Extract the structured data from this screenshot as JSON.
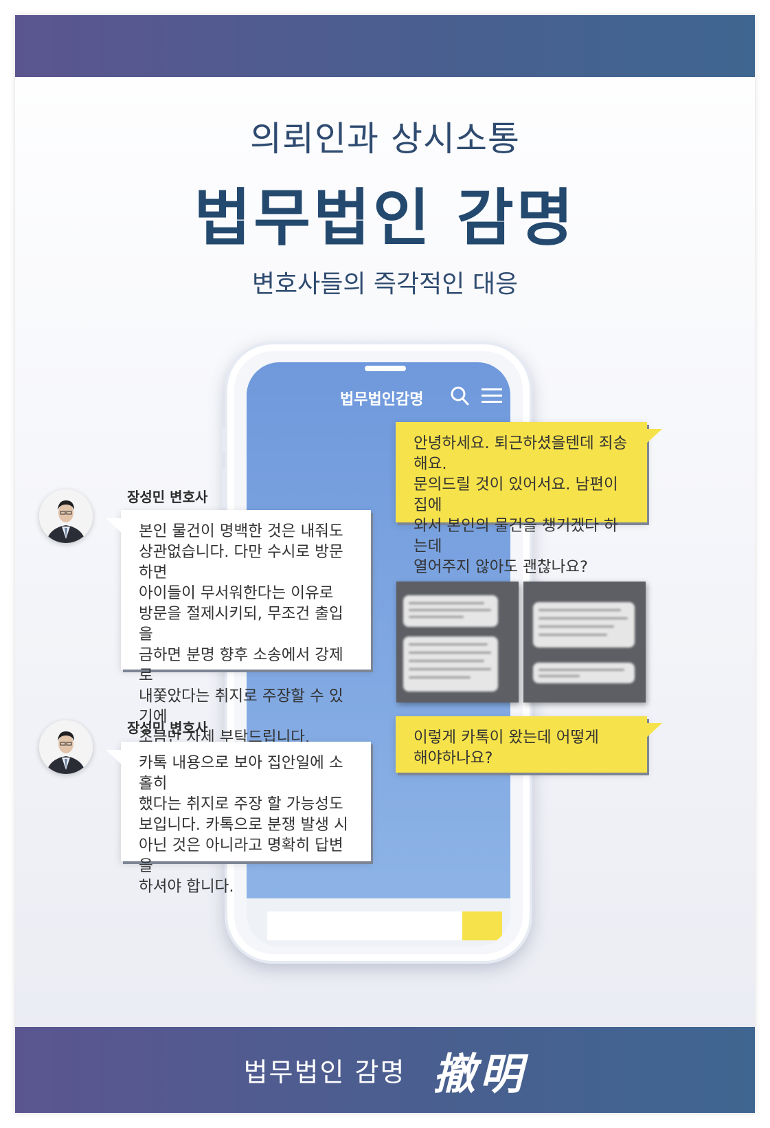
{
  "header": {
    "subtitle": "의뢰인과 상시소통",
    "title": "법무법인 감명",
    "tagline": "변호사들의 즉각적인 대응"
  },
  "phone": {
    "brand": "법무법인감명",
    "search_icon": "search-icon",
    "menu_icon": "menu-icon"
  },
  "chat": {
    "client_messages": [
      "안녕하세요. 퇴근하셨을텐데 죄송해요.",
      "문의드릴 것이 있어서요. 남편이 집에",
      "와서 본인의 물건을 챙기겠다 하는데",
      "열어주지 않아도 괜찮나요?"
    ],
    "client_message2": [
      "이렇게 카톡이 왔는데 어떻게",
      "해야하나요?"
    ],
    "lawyer_reply1": {
      "name": "장성민 변호사",
      "lines": [
        "본인 물건이 명백한 것은 내줘도",
        "상관없습니다. 다만 수시로 방문하면",
        "아이들이 무서워한다는 이유로",
        "방문을 절제시키되, 무조건 출입을",
        "금하면 분명 향후 소송에서 강제로",
        "내쫓았다는 취지로 주장할 수 있기에",
        "조금만 자제 부탁드립니다."
      ]
    },
    "lawyer_reply2": {
      "name": "장성민 변호사",
      "lines": [
        "카톡 내용으로 보아 집안일에 소홀히",
        "했다는 취지로 주장 할 가능성도",
        "보입니다. 카톡으로 분쟁 발생 시",
        "아닌 것은 아니라고 명확히 답변을",
        "하셔야 합니다."
      ]
    }
  },
  "footer": {
    "text": "법무법인 감명",
    "seal": "撤明"
  },
  "colors": {
    "banner": "#4b5e8f",
    "title": "#24496f",
    "phone_screen": "#7ea6e0",
    "client_bubble": "#f6e24a",
    "lawyer_bubble": "#ffffff"
  }
}
